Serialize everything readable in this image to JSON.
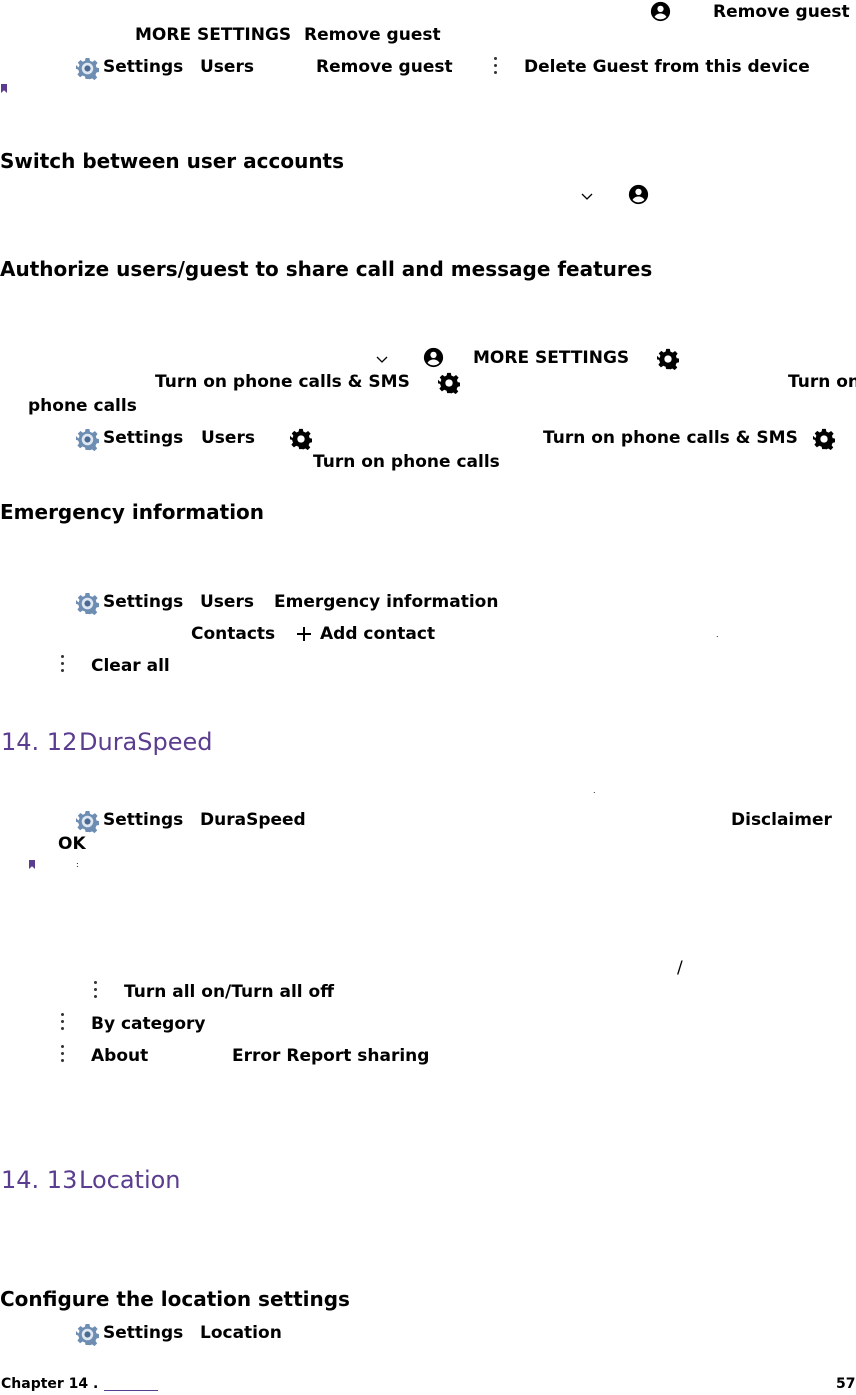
{
  "labels": {
    "more_settings": "MORE SETTINGS",
    "remove_guest": "Remove guest",
    "settings": "Settings",
    "users": "Users",
    "delete_guest": "Delete Guest from this device",
    "turn_on_calls_sms": "Turn on phone calls & SMS",
    "turn_on": "Turn on",
    "phone_calls": "phone calls",
    "turn_on_phone_calls": "Turn on phone calls",
    "emergency_information": "Emergency information",
    "contacts": "Contacts",
    "add_contact": "Add contact",
    "clear_all": "Clear all",
    "durasspeed": "DuraSpeed",
    "disclaimer": "Disclaimer",
    "ok": "OK",
    "turn_all": "Turn all on/Turn all off",
    "by_category": "By category",
    "about": "About",
    "error_report": "Error Report sharing",
    "location": "Location",
    "colon": ":",
    "slash": "/",
    "dot": "."
  },
  "headings": {
    "switch_accounts": "Switch between user accounts",
    "authorize": "Authorize users/guest to share call and message features",
    "emergency": "Emergency information",
    "configure_location": "Configure the location settings"
  },
  "sections": {
    "duraspeed": {
      "number": "14. 12",
      "title": "DuraSpeed"
    },
    "location": {
      "number": "14. 13",
      "title": "Location"
    }
  },
  "footer": {
    "chapter": "Chapter 14 .",
    "page": "57"
  },
  "colors": {
    "accent": "#5b3d8f",
    "icon_gear": "#6d8db3"
  }
}
